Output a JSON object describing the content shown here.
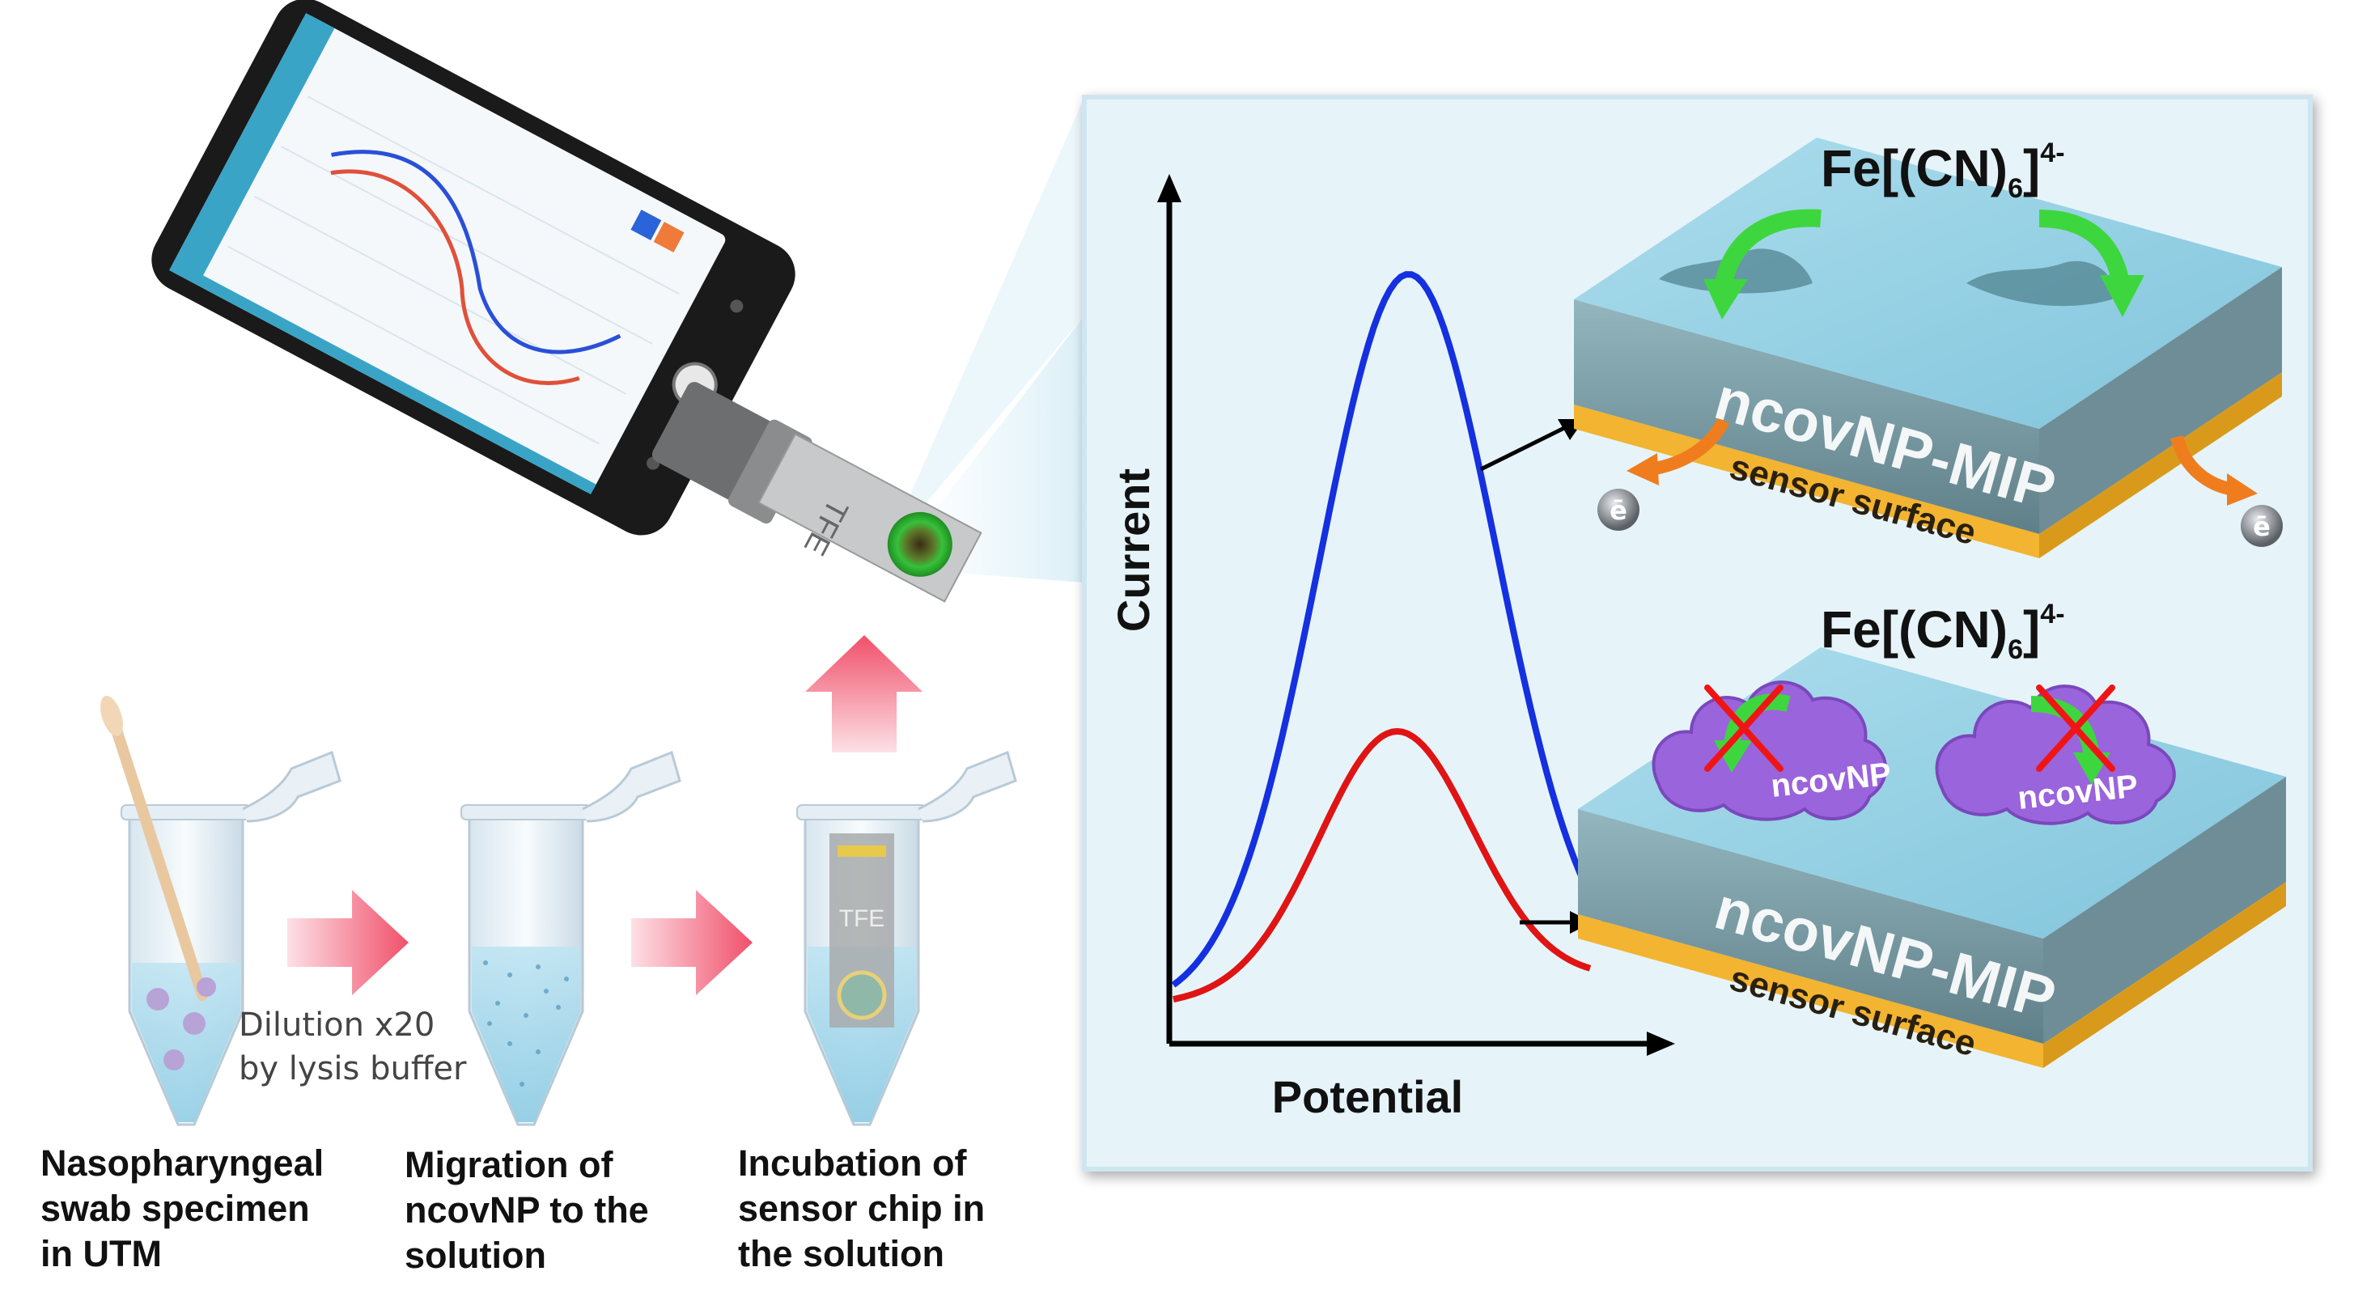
{
  "steps": [
    {
      "label_lines": [
        "Nasopharyngeal",
        "swab specimen",
        "in UTM"
      ]
    },
    {
      "label_lines": [
        "Migration of",
        "ncovNP to the",
        "solution"
      ]
    },
    {
      "label_lines": [
        "Incubation of",
        "sensor chip in",
        "the solution"
      ]
    }
  ],
  "dilution_note": [
    "Dilution x20",
    "by lysis buffer"
  ],
  "chip_label": "TFE",
  "graph": {
    "ylabel": "Current",
    "xlabel": "Potential",
    "series": [
      {
        "color": "#1530e0"
      },
      {
        "color": "#e01414"
      }
    ]
  },
  "sensor_top": {
    "redox_probe": "Fe[(CN)",
    "probe_sub": "6",
    "probe_close": "]",
    "probe_charge": "4-",
    "layer_label": "ncovNP-MIP",
    "surface_label": "sensor surface",
    "electron_label": "ē"
  },
  "sensor_bottom": {
    "redox_probe": "Fe[(CN)",
    "probe_sub": "6",
    "probe_close": "]",
    "probe_charge": "4-",
    "protein_label": "ncovNP",
    "layer_label": "ncovNP-MIP",
    "surface_label": "sensor surface"
  },
  "colors": {
    "panel_bg": "#e6f4fa",
    "mip_layer": "#7f9ea6",
    "surface": "#f2b431",
    "arrow_green": "#3ed63e",
    "arrow_orange": "#ef7d1e",
    "protein": "#9a64dc",
    "process_arrow": "#f26d82"
  }
}
